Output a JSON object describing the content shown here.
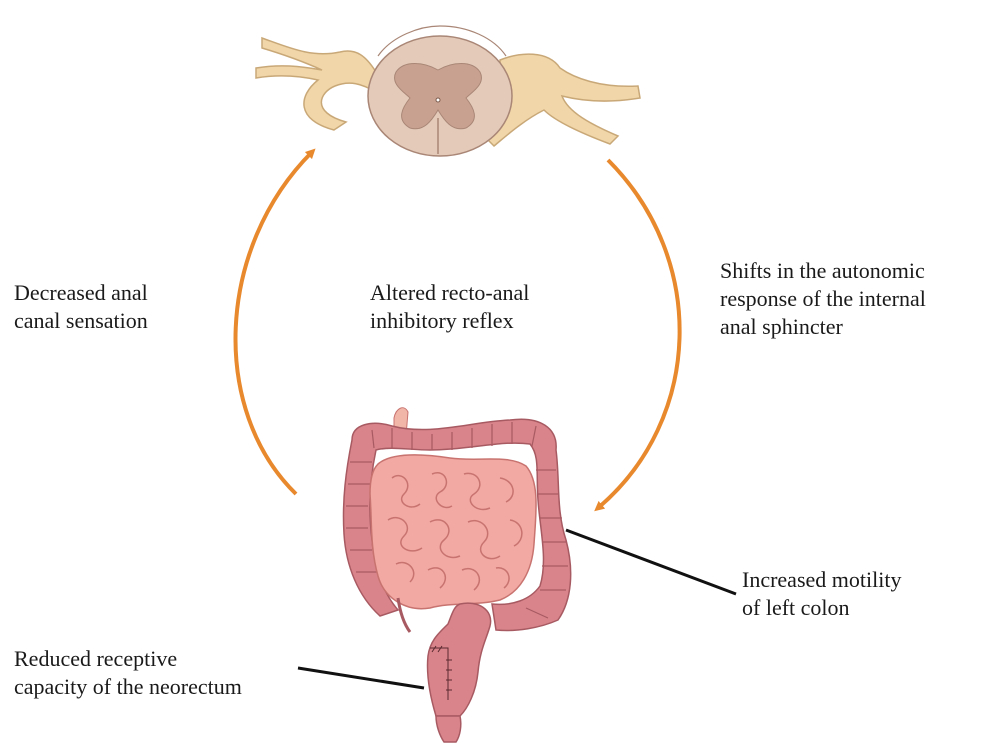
{
  "labels": {
    "decreased_sensation": [
      "Decreased anal",
      "canal sensation"
    ],
    "altered_reflex": [
      "Altered recto-anal",
      "inhibitory reflex"
    ],
    "autonomic_shift": [
      "Shifts in the autonomic",
      "response of the internal",
      "anal sphincter"
    ],
    "left_colon": [
      "Increased motility",
      "of left colon"
    ],
    "neorectum": [
      "Reduced receptive",
      "capacity of the neorectum"
    ]
  },
  "colors": {
    "arrow": "#e8892e",
    "nerve": "#f0d6a8",
    "nerve_outline": "#c9a878",
    "spinal_outer": "#e3cab9",
    "spinal_gray": "#c9a191",
    "spinal_outline": "#a98676",
    "colon": "#d9848a",
    "colon_outline": "#a85a62",
    "small_intestine": "#f2a9a3",
    "small_intestine_outline": "#c8736f",
    "leader_line": "#111111"
  }
}
